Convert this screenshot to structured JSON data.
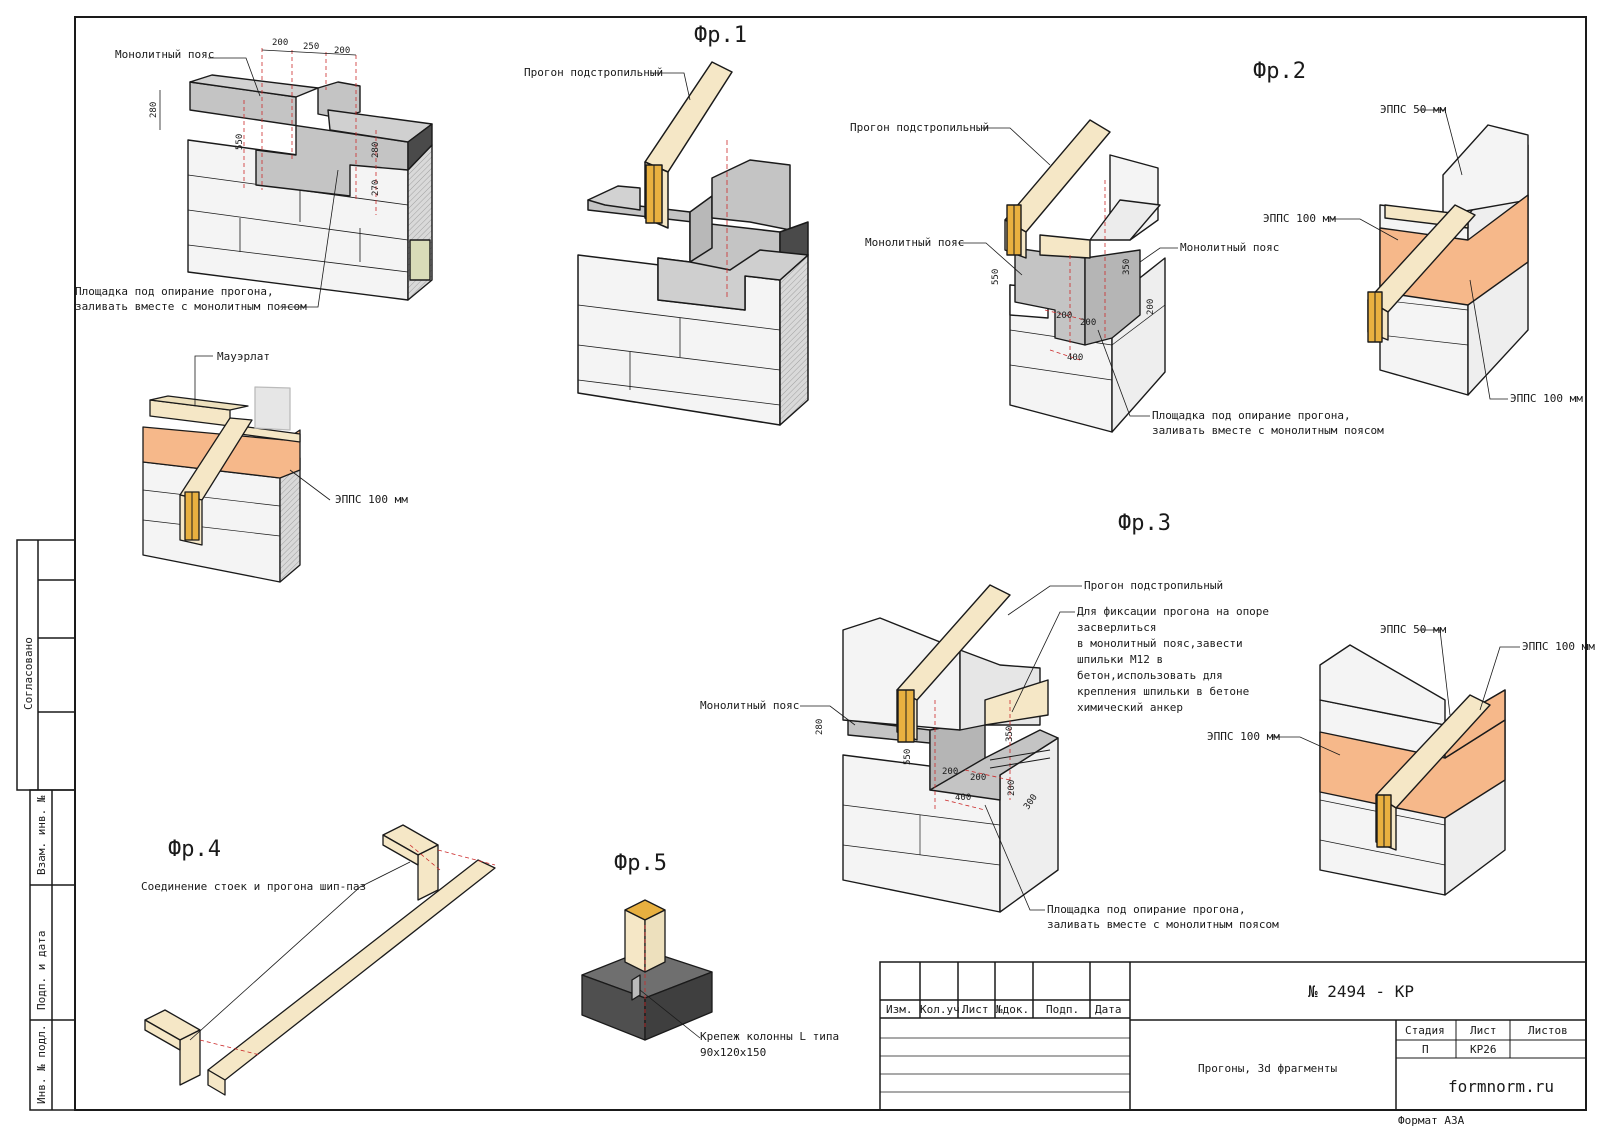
{
  "colors": {
    "line": "#1a1a1a",
    "concrete": "#c4c4c4",
    "concrete_dark": "#a9a9a9",
    "block": "#f4f4f4",
    "block_side": "#e2e2e2",
    "timber": "#f5e7c6",
    "timber_end": "#d4a24a",
    "xps": "#f6b88a",
    "dimension": "#cc2a2a",
    "wood_end": "#e8b040"
  },
  "fragments": {
    "f1": "Фр.1",
    "f2": "Фр.2",
    "f3": "Фр.3",
    "f4": "Фр.4",
    "f5": "Фр.5"
  },
  "labels": {
    "belt_a": "Монолитный пояс",
    "pad_a_1": "Площадка под опирание прогона,",
    "pad_a_2": "заливать вместе с монолитным поясом",
    "mauerlat": "Мауэрлат",
    "xps_100_a": "ЭППС 100 мм",
    "purlin_f1": "Прогон подстропильный",
    "purlin_f2": "Прогон подстропильный",
    "belt_f2_l": "Монолитный пояс",
    "belt_f2_r": "Монолитный пояс",
    "pad_f2_1": "Площадка под опирание прогона,",
    "pad_f2_2": "заливать вместе с монолитным поясом",
    "xps_50_b": "ЭППС 50 мм",
    "xps_100_b": "ЭППС 100 мм",
    "xps_100_c": "ЭППС 100 мм",
    "purlin_f3": "Прогон подстропильный",
    "fix_1": "Для фиксации прогона на опоре",
    "fix_2": "засверлиться",
    "fix_3": " в монолитный пояс,завести",
    "fix_4": "шпильки М12 в",
    "fix_5": "бетон,использовать для",
    "fix_6": "крепления шпильки в бетоне",
    "fix_7": "химический анкер",
    "belt_f3": "Монолитный пояс",
    "pad_f3_1": "Площадка под опирание прогона,",
    "pad_f3_2": "заливать вместе с монолитным поясом",
    "xps_50_d": "ЭППС 50 мм",
    "xps_100_d": "ЭППС 100 мм",
    "xps_100_e": "ЭППС 100 мм",
    "joint_f4": "Соединение стоек и прогона шип-паз",
    "fixer_1": "Крепеж колонны L типа",
    "fixer_2": "90х120х150"
  },
  "dims": {
    "a_200a": "200",
    "a_250": "250",
    "a_200b": "200",
    "a_280a": "280",
    "a_550": "550",
    "a_280b": "280",
    "a_270": "270",
    "f2_550": "550",
    "f2_350": "350",
    "f2_200a": "200",
    "f2_200b": "200",
    "f2_200c": "200",
    "f2_400": "400",
    "f3_280": "280",
    "f3_550": "550",
    "f3_350": "350",
    "f3_200a": "200",
    "f3_200b": "200",
    "f3_200c": "200",
    "f3_400": "400",
    "f3_300": "300"
  },
  "side_stamp": {
    "agreed": "Согласовано",
    "inv_repl": "Взам. инв. №",
    "sign_date": "Подп. и дата",
    "inv_orig": "Инв. № подл."
  },
  "title_block": {
    "doc_number": "№ 2494 - КР",
    "col_izm": "Изм.",
    "col_kol": "Кол.уч.",
    "col_list": "Лист",
    "col_ndoc": "№док.",
    "col_podp": "Подп.",
    "col_data": "Дата",
    "name": "Прогоны, 3d фрагменты",
    "stage_hdr": "Стадия",
    "sheet_hdr": "Лист",
    "sheets_hdr": "Листов",
    "stage": "П",
    "sheet": "КР26",
    "sheets": "",
    "site": "formnorm.ru",
    "format": "Формат А3А"
  }
}
